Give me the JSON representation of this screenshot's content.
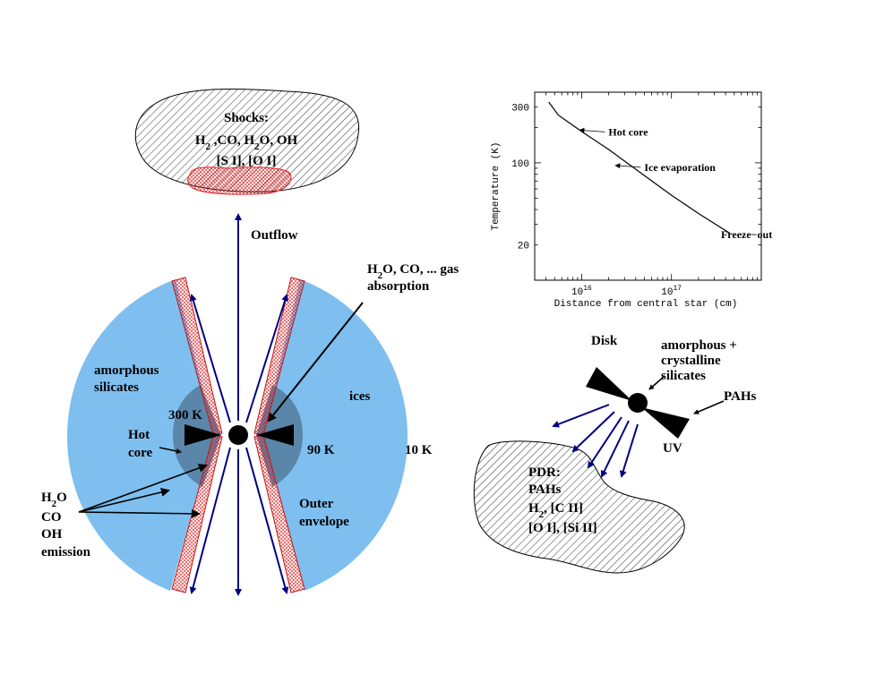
{
  "shocks": {
    "title": "Shocks:",
    "line2_parts": [
      "H",
      "2",
      " ,CO, H",
      "2",
      "O, OH"
    ],
    "line3": "[S I], [O I]"
  },
  "outflow_label": "Outflow",
  "absorption": {
    "line1_parts": [
      "H",
      "2",
      "O, CO, ... gas"
    ],
    "line2": "absorption"
  },
  "envelope": {
    "amorphous_line1": "amorphous",
    "amorphous_line2": "silicates",
    "ices": "ices",
    "temp_300": "300 K",
    "temp_90": "90 K",
    "temp_10": "10 K",
    "hot_core_line1": "Hot",
    "hot_core_line2": "core",
    "outer_line1": "Outer",
    "outer_line2": "envelope"
  },
  "emission": {
    "line1_parts": [
      "H",
      "2",
      "O"
    ],
    "line2": "CO",
    "line3": "OH",
    "line4": "emission"
  },
  "pdr_star": {
    "disk": "Disk",
    "silicates_line1": "amorphous +",
    "silicates_line2": "crystalline",
    "silicates_line3": "silicates",
    "pahs": "PAHs",
    "uv": "UV"
  },
  "pdr": {
    "line1": "PDR:",
    "line2": "PAHs",
    "line3_parts": [
      "H",
      "2",
      ", [C II]"
    ],
    "line4": "[O I], [Si II]"
  },
  "chart_data": {
    "type": "line",
    "title": "",
    "xlabel": "Distance from central star (cm)",
    "ylabel": "Temperature (K)",
    "xscale": "log",
    "yscale": "log",
    "xlim": [
      3000000000000000.0,
      1e+18
    ],
    "ylim": [
      10,
      400
    ],
    "x_ticks": [
      {
        "value": 1e+16,
        "base": "10",
        "exp": "16"
      },
      {
        "value": 1e+17,
        "base": "10",
        "exp": "17"
      }
    ],
    "y_ticks": [
      {
        "value": 300,
        "label": "300"
      },
      {
        "value": 100,
        "label": "100"
      },
      {
        "value": 20,
        "label": "20"
      }
    ],
    "series": [
      {
        "x": [
          4300000000000000.0,
          5500000000000000.0,
          1e+16,
          2e+16,
          5e+16,
          1e+17,
          2e+17,
          4.5e+17
        ],
        "y": [
          330,
          255,
          185,
          130,
          78,
          53,
          37,
          25
        ]
      }
    ],
    "annotations": [
      {
        "text": "Hot core",
        "x": 1e+16,
        "y": 190,
        "arrow": true
      },
      {
        "text": "Ice evaporation",
        "x": 2.5e+16,
        "y": 95,
        "arrow": true
      },
      {
        "text": "Freeze−out",
        "x": 4.5e+16,
        "y": 21,
        "arrow": false
      }
    ],
    "grid": false,
    "legend": "none"
  }
}
